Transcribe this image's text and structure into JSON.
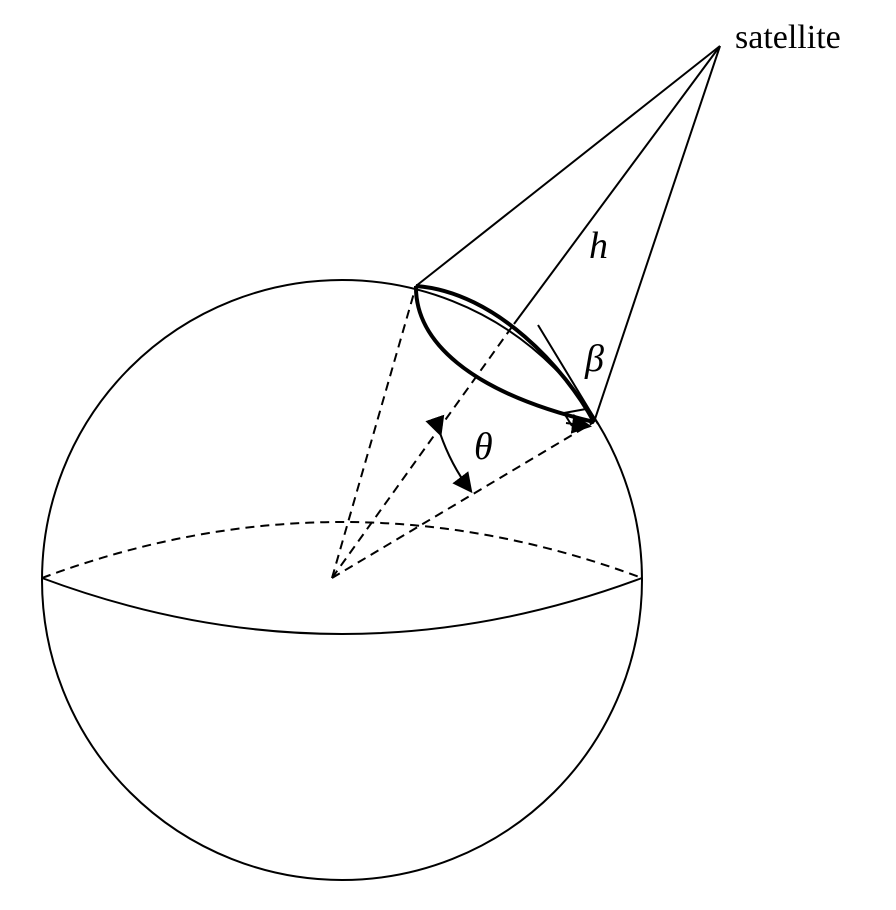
{
  "labels": {
    "satellite": "satellite",
    "h": "h",
    "beta": "β",
    "theta": "θ"
  }
}
